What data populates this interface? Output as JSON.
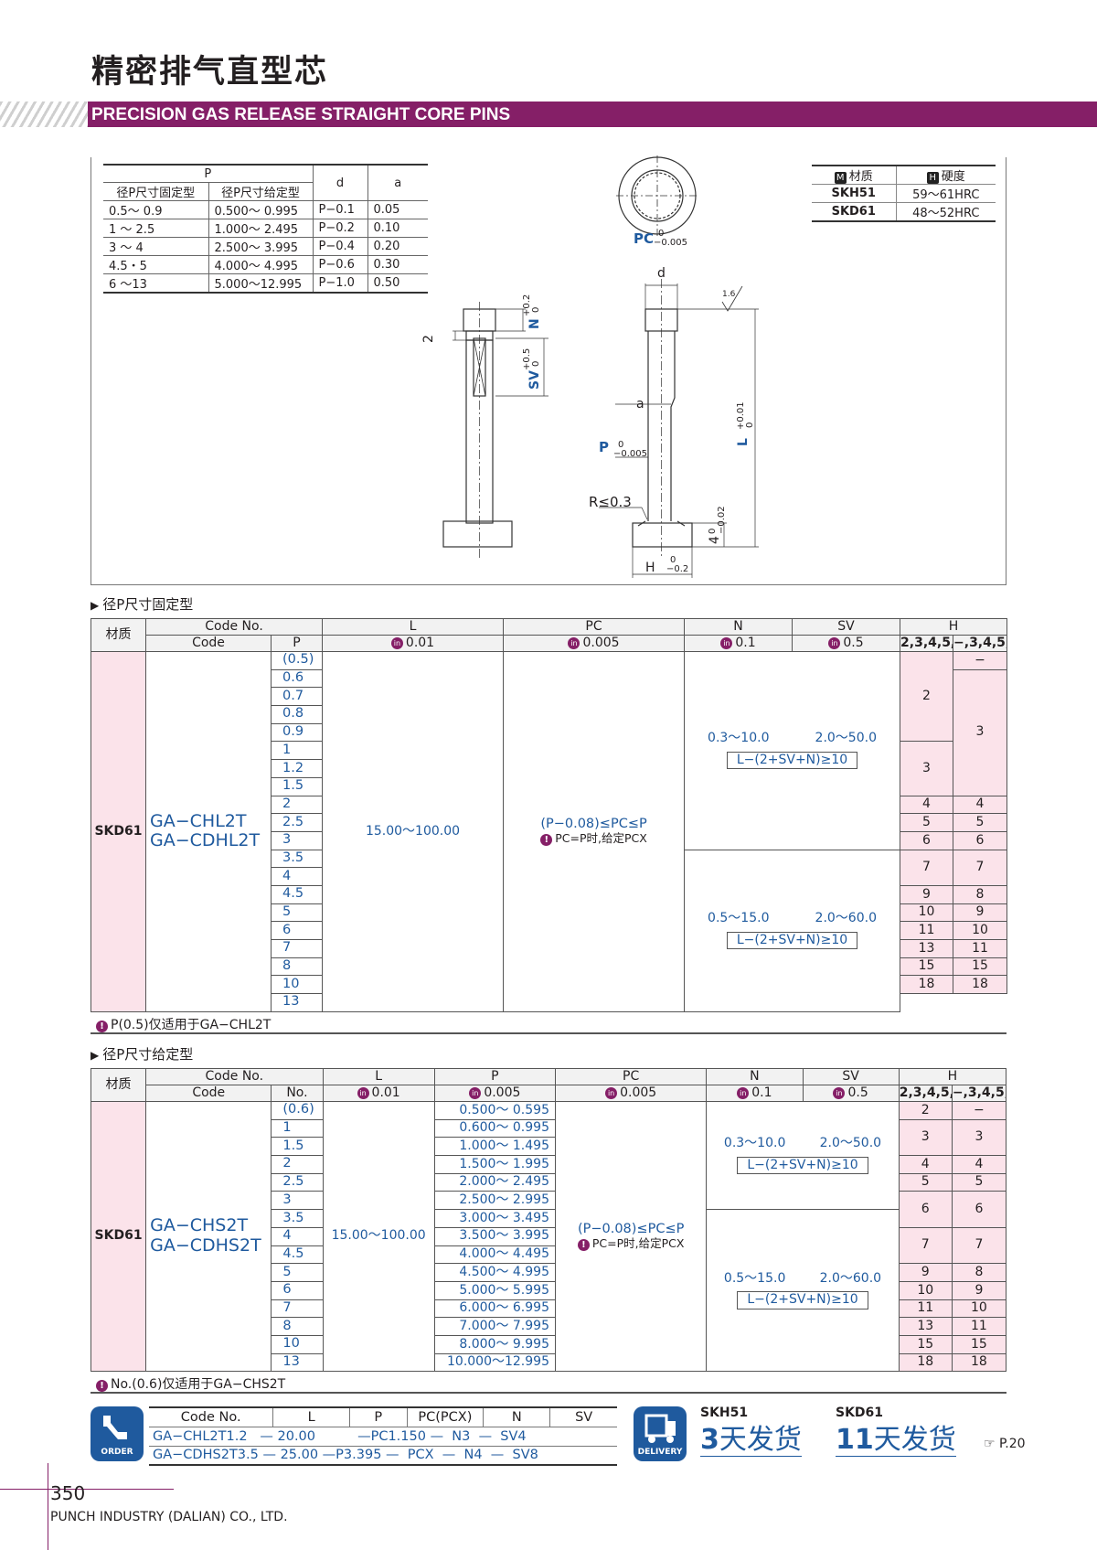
{
  "header": {
    "title_cn": "精密排气直型芯",
    "title_en": "PRECISION GAS RELEASE STRAIGHT CORE PINS"
  },
  "p_table": {
    "header_p": "P",
    "header_fixed": "径P尺寸固定型",
    "header_given": "径P尺寸给定型",
    "header_d": "d",
    "header_a": "a",
    "rows": [
      [
        "0.5～ 0.9",
        "0.500～ 0.995",
        "P−0.1",
        "0.05"
      ],
      [
        "1 ～ 2.5",
        "1.000～ 2.495",
        "P−0.2",
        "0.10"
      ],
      [
        "3 ～ 4",
        "2.500～ 3.995",
        "P−0.4",
        "0.20"
      ],
      [
        "4.5・5",
        "4.000～ 4.995",
        "P−0.6",
        "0.30"
      ],
      [
        "6 ～13",
        "5.000～12.995",
        "P−1.0",
        "0.50"
      ]
    ]
  },
  "material_table": {
    "h_material": "材质",
    "h_hardness": "硬度",
    "icon_m": "M",
    "icon_h": "H",
    "rows": [
      [
        "SKH51",
        "59～61HRC"
      ],
      [
        "SKD61",
        "48～52HRC"
      ]
    ]
  },
  "diagram": {
    "pc": "PC",
    "pc_tol_up": "0",
    "pc_tol_dn": "−0.005",
    "d": "d",
    "rough": "1.6",
    "a": "a",
    "p": "P",
    "p_tol_up": "0",
    "p_tol_dn": "−0.005",
    "r": "R≤0.3",
    "l": "L",
    "l_tol_up": "+0.01",
    "l_tol_dn": "0",
    "h": "H",
    "h_tol_up": "0",
    "h_tol_dn": "−0.2",
    "four": "4",
    "four_tol_up": "0",
    "four_tol_dn": "−0.02",
    "n": "N",
    "n_tol_up": "+0.2",
    "n_tol_dn": "0",
    "sv": "SV",
    "sv_tol_up": "+0.5",
    "sv_tol_dn": "0",
    "two": "2"
  },
  "section1": {
    "label": "径P尺寸固定型",
    "h_material": "材质",
    "h_codeno": "Code No.",
    "h_code": "Code",
    "h_p": "P",
    "h_l": "L",
    "h_pc": "PC",
    "h_n": "N",
    "h_sv": "SV",
    "h_h": "H",
    "h_skh": [
      "2",
      "3",
      "4",
      "5",
      "6",
      "7",
      "9",
      "10",
      "11",
      "13",
      "15",
      "18"
    ],
    "h_skd": [
      "−",
      "3",
      "4",
      "5",
      "6",
      "7",
      "8",
      "9",
      "10",
      "11",
      "15",
      "18"
    ],
    "tol_l": "0.01",
    "tol_pc": "0.005",
    "tol_n": "0.1",
    "tol_sv": "0.5",
    "material": "SKD61",
    "code1": "GA−CHL2T",
    "code2": "GA−CDHL2T",
    "p_values": [
      "(0.5)",
      "0.6",
      "0.7",
      "0.8",
      "0.9",
      "1",
      "1.2",
      "1.5",
      "2",
      "2.5",
      "3",
      "3.5",
      "4",
      "4.5",
      "5",
      "6",
      "7",
      "8",
      "10",
      "13"
    ],
    "l_range": "15.00～100.00",
    "pc_formula": "(P−0.08)≤PC≤P",
    "pc_note": "PC=P时,给定PCX",
    "n1": "0.3～10.0",
    "sv1": "2.0～50.0",
    "eq1": "L−(2+SV+N)≥10",
    "n2": "0.5～15.0",
    "sv2": "2.0～60.0",
    "eq2": "L−(2+SV+N)≥10",
    "footnote": "P(0.5)仅适用于GA−CHL2T"
  },
  "section2": {
    "label": "径P尺寸给定型",
    "h_material": "材质",
    "h_codeno": "Code No.",
    "h_code": "Code",
    "h_no": "No.",
    "h_l": "L",
    "h_p": "P",
    "h_pc": "PC",
    "h_n": "N",
    "h_sv": "SV",
    "h_h": "H",
    "h_skh": [
      "2",
      "3",
      "4",
      "5",
      "6",
      "7",
      "9",
      "10",
      "11",
      "13",
      "15",
      "18"
    ],
    "h_skd": [
      "−",
      "3",
      "4",
      "5",
      "6",
      "7",
      "8",
      "9",
      "10",
      "11",
      "15",
      "18"
    ],
    "tol_l": "0.01",
    "tol_p": "0.005",
    "tol_pc": "0.005",
    "tol_n": "0.1",
    "tol_sv": "0.5",
    "material": "SKD61",
    "code1": "GA−CHS2T",
    "code2": "GA−CDHS2T",
    "no_values": [
      "(0.6)",
      "1",
      "1.5",
      "2",
      "2.5",
      "3",
      "3.5",
      "4",
      "4.5",
      "5",
      "6",
      "7",
      "8",
      "10",
      "13"
    ],
    "p_values": [
      "0.500～ 0.595",
      "0.600～ 0.995",
      "1.000～ 1.495",
      "1.500～ 1.995",
      "2.000～ 2.495",
      "2.500～ 2.995",
      "3.000～ 3.495",
      "3.500～ 3.995",
      "4.000～ 4.495",
      "4.500～ 4.995",
      "5.000～ 5.995",
      "6.000～ 6.995",
      "7.000～ 7.995",
      "8.000～ 9.995",
      "10.000～12.995"
    ],
    "l_range": "15.00～100.00",
    "pc_formula": "(P−0.08)≤PC≤P",
    "pc_note": "PC=P时,给定PCX",
    "n1": "0.3～10.0",
    "sv1": "2.0～50.0",
    "eq1": "L−(2+SV+N)≥10",
    "n2": "0.5～15.0",
    "sv2": "2.0～60.0",
    "eq2": "L−(2+SV+N)≥10",
    "footnote": "No.(0.6)仅适用于GA−CHS2T"
  },
  "order": {
    "icon_label": "ORDER",
    "headers": [
      "Code No.",
      "L",
      "P",
      "PC(PCX)",
      "N",
      "SV"
    ],
    "row1": "GA−CHL2T1.2   — 20.00          —PC1.150 —  N3  —  SV4",
    "row2": "GA−CDHS2T3.5 — 25.00 —P3.395 —  PCX  —  N4  —  SV8"
  },
  "delivery": {
    "icon_label": "DELIVERY",
    "skh": "SKH51",
    "skh_days": "3",
    "skh_text": "天发货",
    "skd": "SKD61",
    "skd_days": "11",
    "skd_text": "天发货",
    "ref": "P.20"
  },
  "footer": {
    "page": "350",
    "company": "PUNCH INDUSTRY (DALIAN) CO., LTD."
  }
}
